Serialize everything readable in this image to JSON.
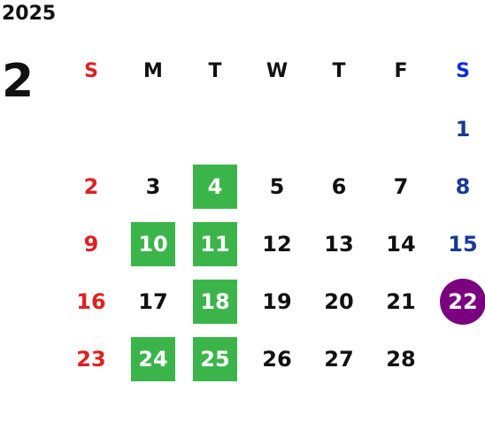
{
  "calendar": {
    "year": "2025",
    "month": "2",
    "weekdays": [
      "S",
      "M",
      "T",
      "W",
      "T",
      "F",
      "S"
    ],
    "weeks": [
      [
        "",
        "",
        "",
        "",
        "",
        "",
        "1"
      ],
      [
        "2",
        "3",
        "4",
        "5",
        "6",
        "7",
        "8"
      ],
      [
        "9",
        "10",
        "11",
        "12",
        "13",
        "14",
        "15"
      ],
      [
        "16",
        "17",
        "18",
        "19",
        "20",
        "21",
        "22"
      ],
      [
        "23",
        "24",
        "25",
        "26",
        "27",
        "28",
        ""
      ]
    ],
    "highlighted_days": [
      "4",
      "10",
      "11",
      "18",
      "24",
      "25"
    ],
    "today": "22",
    "colors": {
      "sunday": "#e02020",
      "saturday": "#1a3a9a",
      "highlight": "#3bb54a",
      "today": "#7a007f"
    }
  }
}
